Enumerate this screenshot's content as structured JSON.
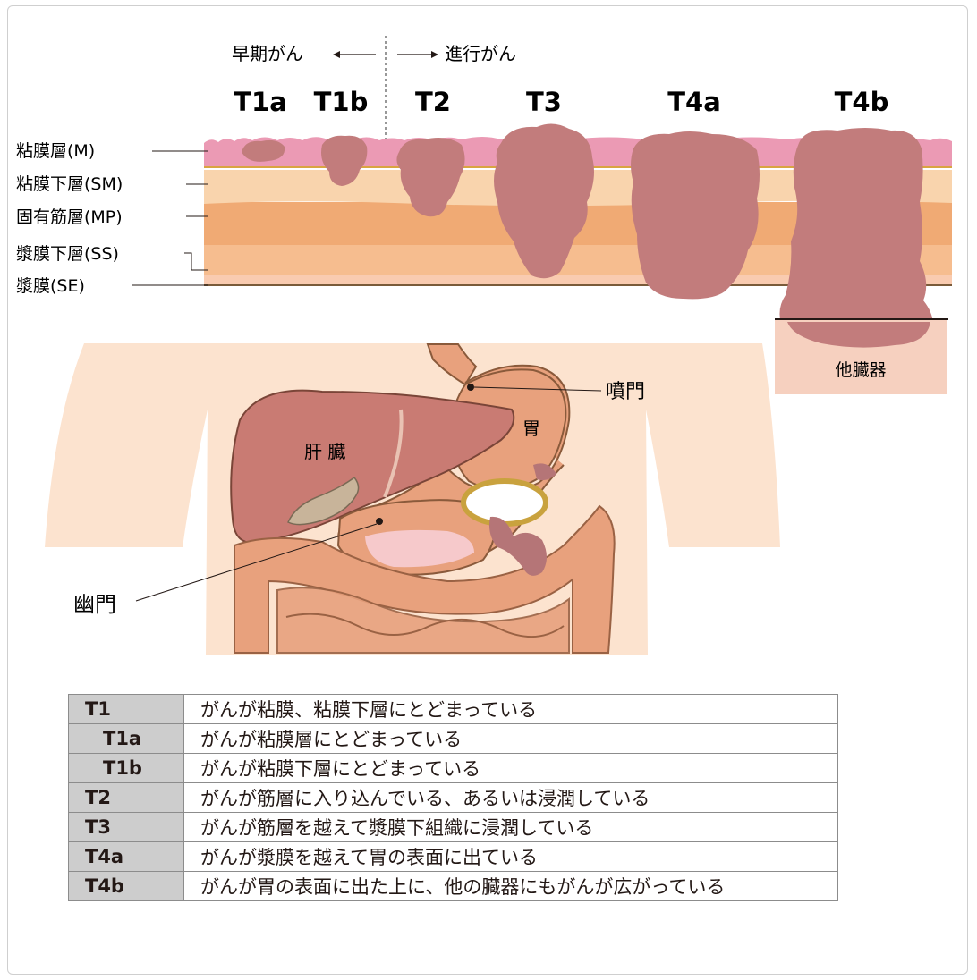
{
  "direction": {
    "early": "早期がん",
    "advanced": "進行がん"
  },
  "stages": [
    "T1a",
    "T1b",
    "T2",
    "T3",
    "T4a",
    "T4b"
  ],
  "layers": [
    {
      "label": "粘膜層(M)"
    },
    {
      "label": "粘膜下層(SM)"
    },
    {
      "label": "固有筋層(MP)"
    },
    {
      "label": "漿膜下層(SS)"
    },
    {
      "label": "漿膜(SE)"
    }
  ],
  "other_organ": "他臓器",
  "anatomy": {
    "liver": "肝 臓",
    "stomach": "胃",
    "cardia": "噴門",
    "pylorus": "幽門"
  },
  "table": {
    "rows": [
      {
        "code": "T1",
        "desc": "がんが粘膜、粘膜下層にとどまっている"
      },
      {
        "code": "T1a",
        "desc": "がんが粘膜層にとどまっている"
      },
      {
        "code": "T1b",
        "desc": "がんが粘膜下層にとどまっている"
      },
      {
        "code": "T2",
        "desc": "がんが筋層に入り込んでいる、あるいは浸潤している"
      },
      {
        "code": "T3",
        "desc": "がんが筋層を越えて漿膜下組織に浸潤している"
      },
      {
        "code": "T4a",
        "desc": "がんが漿膜を越えて胃の表面に出ている"
      },
      {
        "code": "T4b",
        "desc": "がんが胃の表面に出た上に、他の臓器にもがんが広がっている"
      }
    ]
  },
  "colors": {
    "mucosa": "#eb9ab4",
    "submucosa": "#f9d4ad",
    "muscularis": "#f0aa74",
    "subserosa": "#f6bd8f",
    "tumor": "#c27c7c",
    "body": "#fce3cf",
    "organ": "#e8a17d",
    "liver": "#c97b73"
  }
}
